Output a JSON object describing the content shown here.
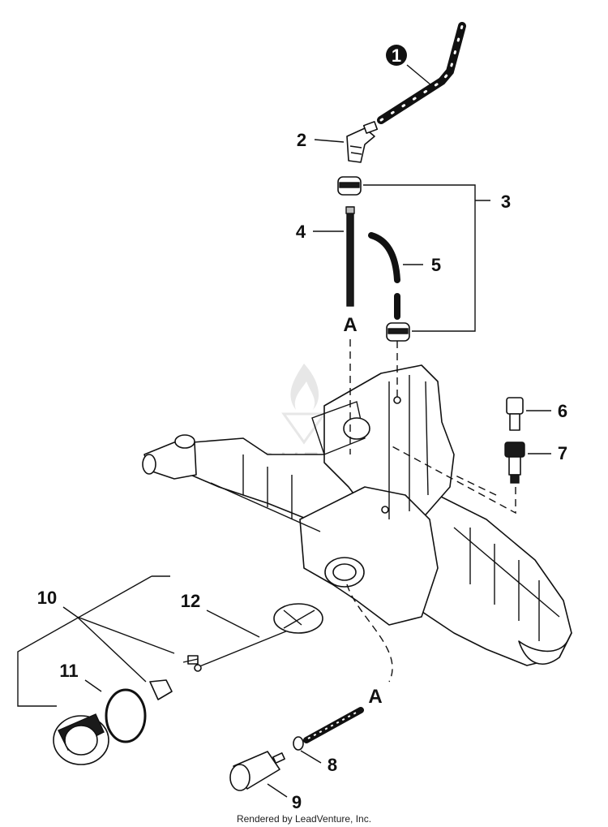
{
  "callouts": [
    "1",
    "2",
    "3",
    "4",
    "5",
    "6",
    "7",
    "8",
    "9",
    "10",
    "11",
    "12"
  ],
  "reference_letter": "A",
  "watermark": "LEADVENTURE",
  "footer": "Rendered by LeadVenture, Inc."
}
